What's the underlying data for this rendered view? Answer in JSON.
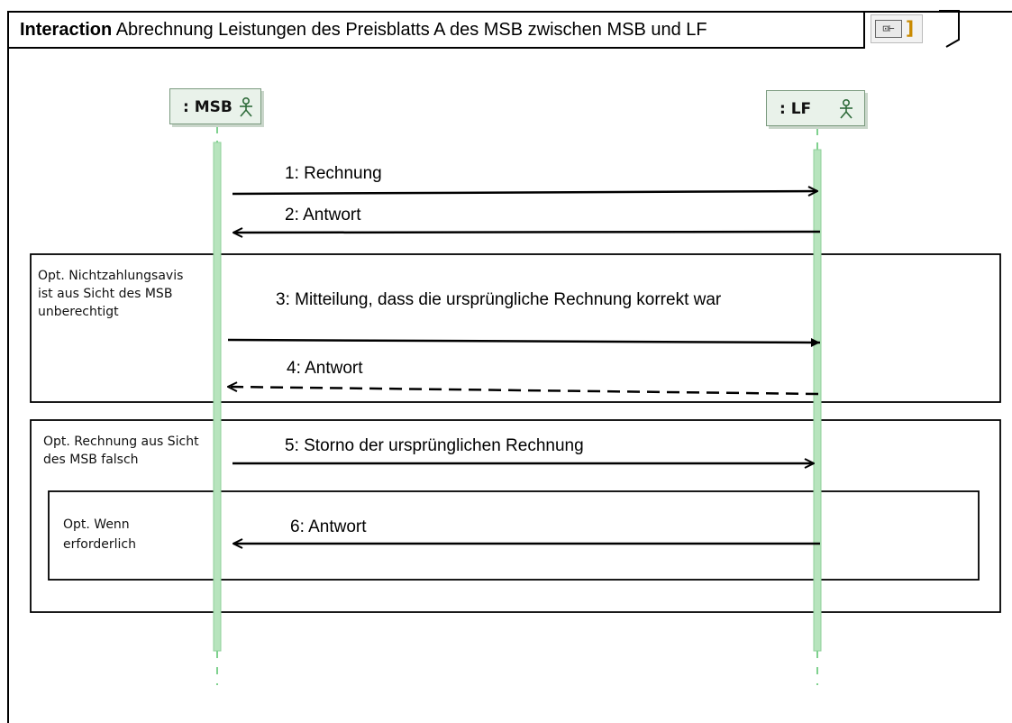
{
  "frame": {
    "keyword": "Interaction",
    "title": "Abrechnung Leistungen des Preisblatts A des MSB zwischen MSB und LF",
    "tool_icon_label": "⊡⊢",
    "tool_icon_bracket": "]"
  },
  "lifelines": [
    {
      "id": "msb",
      "label": ": MSB"
    },
    {
      "id": "lf",
      "label": ": LF"
    }
  ],
  "messages": [
    {
      "id": "m1",
      "label": "1: Rechnung",
      "from": "msb",
      "to": "lf",
      "style": "solid",
      "arrowhead": "open"
    },
    {
      "id": "m2",
      "label": "2: Antwort",
      "from": "lf",
      "to": "msb",
      "style": "solid",
      "arrowhead": "open"
    },
    {
      "id": "m3",
      "label": "3: Mitteilung, dass die ursprüngliche Rechnung korrekt war",
      "from": "msb",
      "to": "lf",
      "style": "solid",
      "arrowhead": "filled"
    },
    {
      "id": "m4",
      "label": "4: Antwort",
      "from": "lf",
      "to": "msb",
      "style": "dashed",
      "arrowhead": "open"
    },
    {
      "id": "m5",
      "label": "5: Storno der ursprünglichen Rechnung",
      "from": "msb",
      "to": "lf",
      "style": "solid",
      "arrowhead": "open"
    },
    {
      "id": "m6",
      "label": "6: Antwort",
      "from": "lf",
      "to": "msb",
      "style": "solid",
      "arrowhead": "open"
    }
  ],
  "fragments": [
    {
      "id": "f1",
      "guard": "Opt. Nichtzahlungsavis\nist aus Sicht des MSB\nunberechtigt"
    },
    {
      "id": "f2",
      "guard": "Opt. Rechnung aus Sicht\ndes MSB falsch"
    },
    {
      "id": "f3",
      "guard": "Opt. Wenn\n erforderlich"
    }
  ],
  "colors": {
    "activation": "#b7e4bd",
    "activation_border": "#8fd19a",
    "lifeline_dash": "#7fd18e",
    "head_fill": "#e9f2ea",
    "line": "#000000"
  }
}
